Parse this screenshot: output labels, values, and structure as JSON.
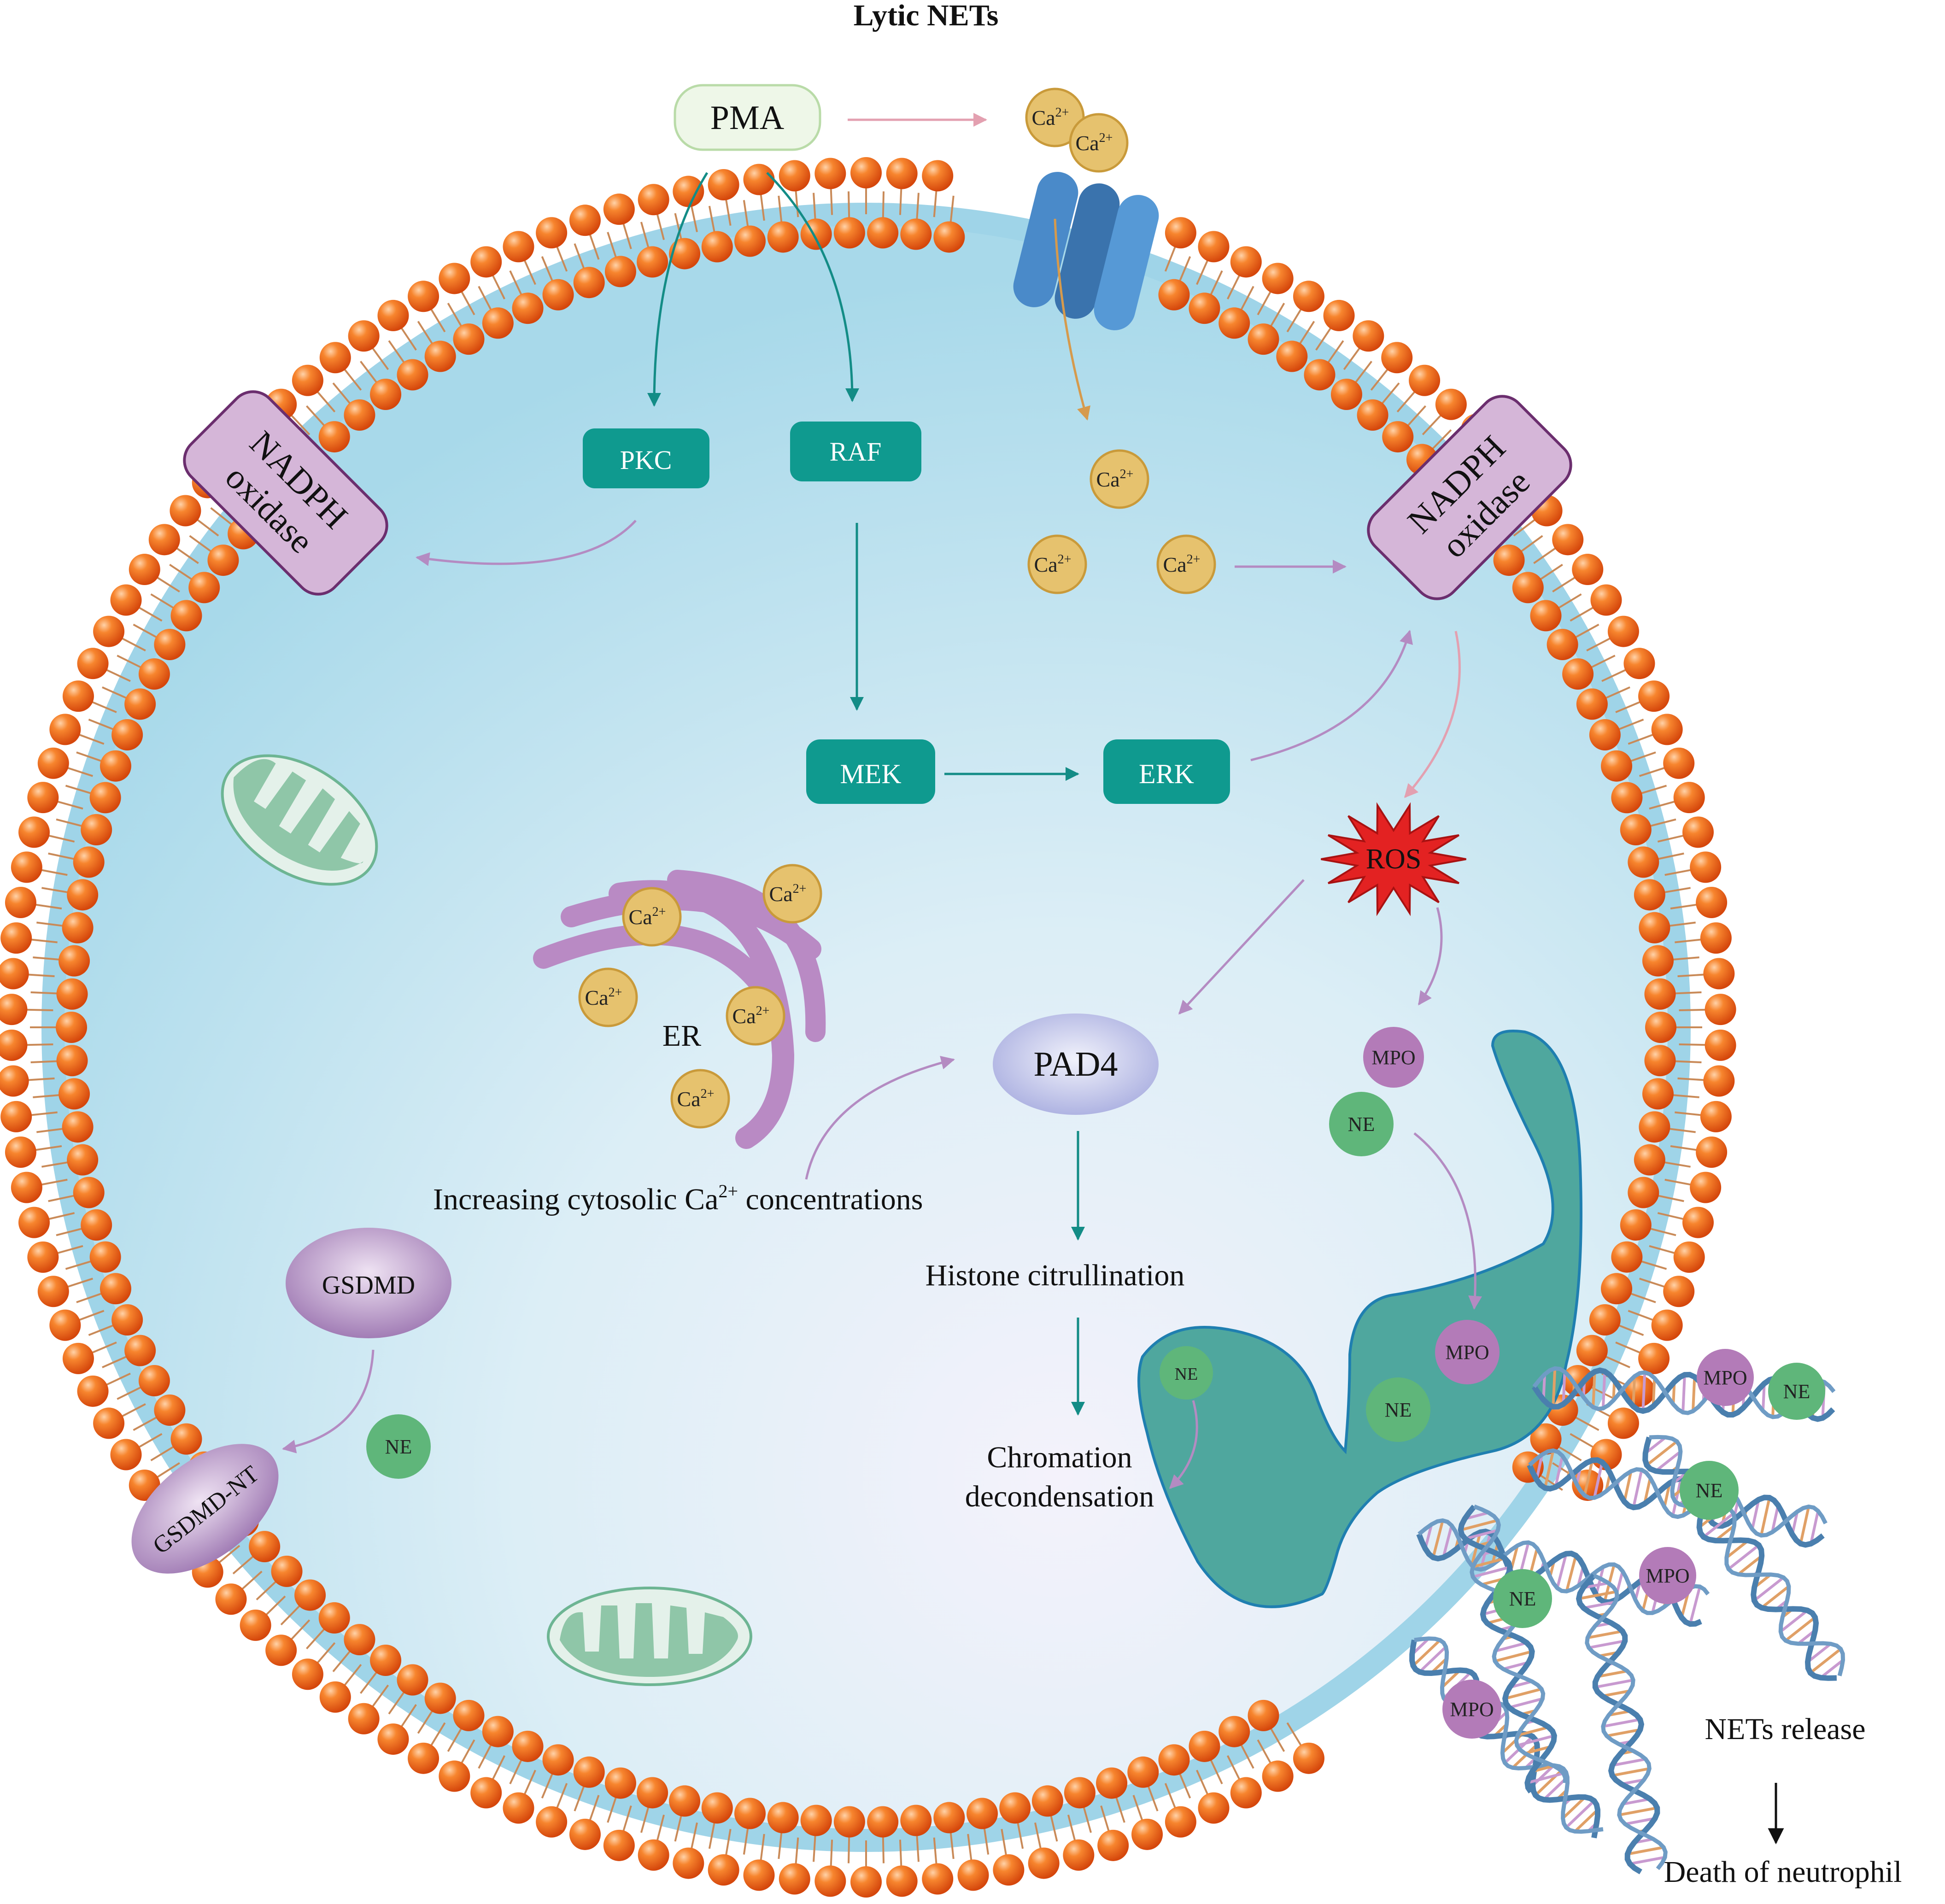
{
  "title": "Lytic NETs",
  "stimulus": "PMA",
  "kinases": {
    "pkc": "PKC",
    "raf": "RAF",
    "mek": "MEK",
    "erk": "ERK"
  },
  "nadph": {
    "line1": "NADPH",
    "line2": "oxidase"
  },
  "ros": "ROS",
  "pad4": "PAD4",
  "er": "ER",
  "ion": {
    "base": "Ca",
    "sup": "2+"
  },
  "cytosolic": {
    "pre": "Increasing cytosolic Ca",
    "sup": "2+",
    "post": " concentrations"
  },
  "histone": "Histone citrullination",
  "chromatin": {
    "line1": "Chromation",
    "line2": "decondensation"
  },
  "gsdmd": "GSDMD",
  "gsdmd_nt": "GSDMD-NT",
  "mpo": "MPO",
  "ne": "NE",
  "nets_release": "NETs release",
  "death": "Death of neutrophil",
  "colors": {
    "membrane": "#9fd4e8",
    "cytoplasm": "#cfe8f2",
    "lipid_head": "#f06a1e",
    "kinase": "#0f9a8f",
    "nadph_fill": "#d5b6d8",
    "nadph_stroke": "#6b2e6e",
    "ca_fill": "#e6c26e",
    "ne_fill": "#5fb67a",
    "mpo_fill": "#b37bb8",
    "ros": "#e32222",
    "nucleus": "#4fa79e",
    "channel": "#4a8ac9",
    "er": "#b98ac4",
    "mito": "#8fc6a8"
  }
}
